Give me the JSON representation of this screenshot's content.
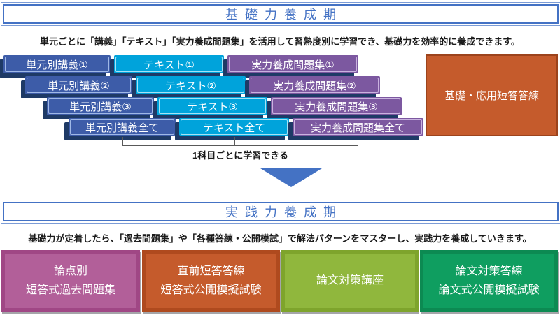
{
  "phase1": {
    "title": "基礎力養成期",
    "description": "単元ごとに「講義」「テキスト」「実力養成問題集」を活用して習熟度別に学習でき、基礎力を効率的に養成できます。",
    "rows": [
      {
        "lecture": "単元別講義①",
        "textbook": "テキスト①",
        "workbook": "実力養成問題集①"
      },
      {
        "lecture": "単元別講義②",
        "textbook": "テキスト②",
        "workbook": "実力養成問題集②"
      },
      {
        "lecture": "単元別講義③",
        "textbook": "テキスト③",
        "workbook": "実力養成問題集③"
      },
      {
        "lecture": "単元別講義全て",
        "textbook": "テキスト全て",
        "workbook": "実力養成問題集全て"
      }
    ],
    "side_box": "基礎・応用短答答練",
    "bracket_note": "1科目ごとに学習できる"
  },
  "phase2": {
    "title": "実践力養成期",
    "description": "基礎力が定着したら、「過去問題集」や「各種答練・公開模試」で解法パターンをマスターし、実践力を養成していきます。",
    "boxes": [
      {
        "line1": "論点別",
        "line2": "短答式過去問題集"
      },
      {
        "line1": "直前短答答練",
        "line2": "短答式公開模擬試験"
      },
      {
        "line1": "論文対策講座",
        "line2": ""
      },
      {
        "line1": "論文対策答練",
        "line2": "論文式公開模擬試験"
      }
    ]
  },
  "colors": {
    "title_blue": "#4472C4",
    "lecture_blue": "#3D5CA8",
    "textbook_cyan": "#00A3DB",
    "workbook_purple": "#7C58A0",
    "shadow_navy": "#1E3A66",
    "side_orange": "#C55B2C",
    "bottom_magenta": "#B25F99",
    "bottom_orange": "#C55B2C",
    "bottom_lightgreen": "#90B73D",
    "bottom_green": "#0F9E60",
    "arrow_blue": "#4472C4"
  }
}
